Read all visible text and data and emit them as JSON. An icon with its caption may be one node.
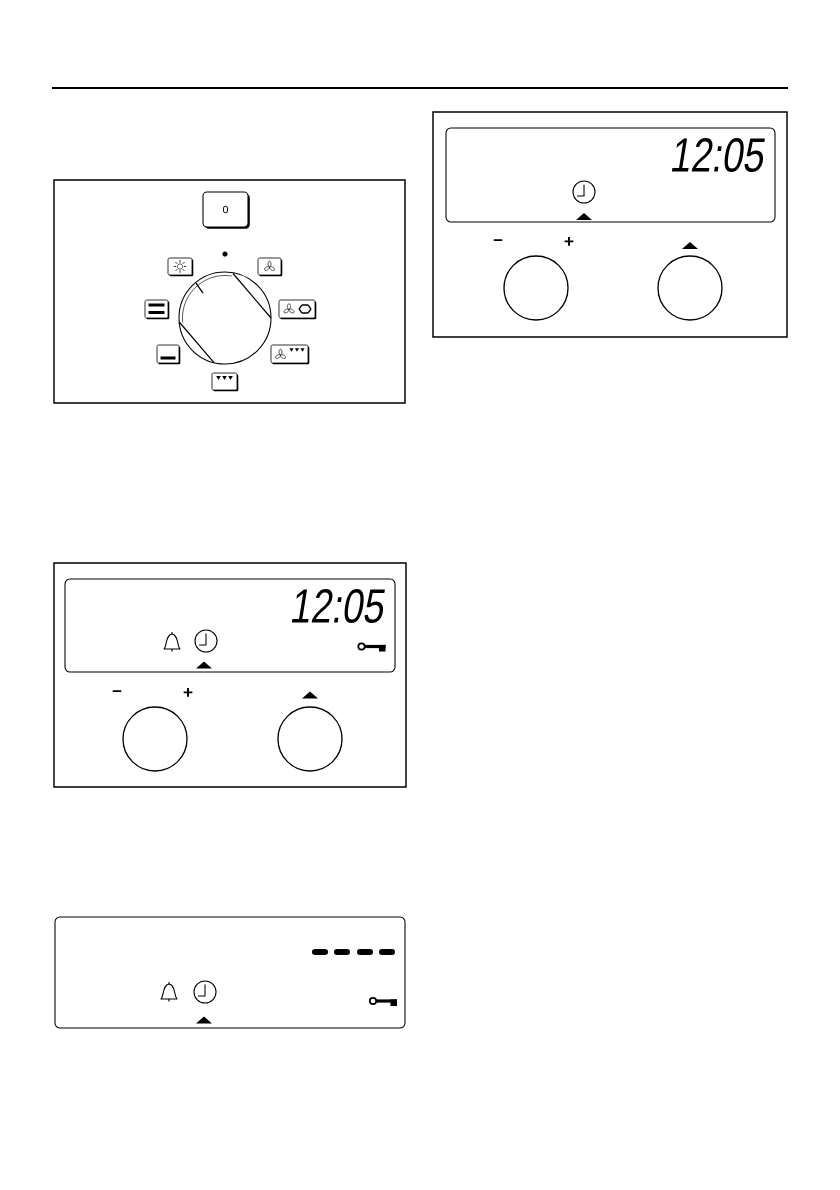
{
  "diagram": {
    "nodes": [
      {
        "text": [],
        "shape": "box"
      },
      {
        "text": [
          "0"
        ],
        "in": 0
      },
      {
        "text": [],
        "shape": "box"
      },
      {
        "text": [
          "12:05"
        ],
        "in": 2
      },
      {
        "text": [],
        "shape": "circle",
        "beside": [
          "–",
          "+"
        ],
        "in": 2
      },
      {
        "text": [],
        "shape": "circle",
        "in": 2
      },
      {
        "text": [],
        "shape": "box"
      },
      {
        "text": [],
        "shape": "box"
      },
      {
        "text": [
          "12:05"
        ],
        "in": 7
      },
      {
        "text": [],
        "shape": "circle",
        "beside": [
          "–",
          "+"
        ],
        "in": 7
      },
      {
        "text": [],
        "shape": "circle",
        "in": 7
      }
    ]
  }
}
